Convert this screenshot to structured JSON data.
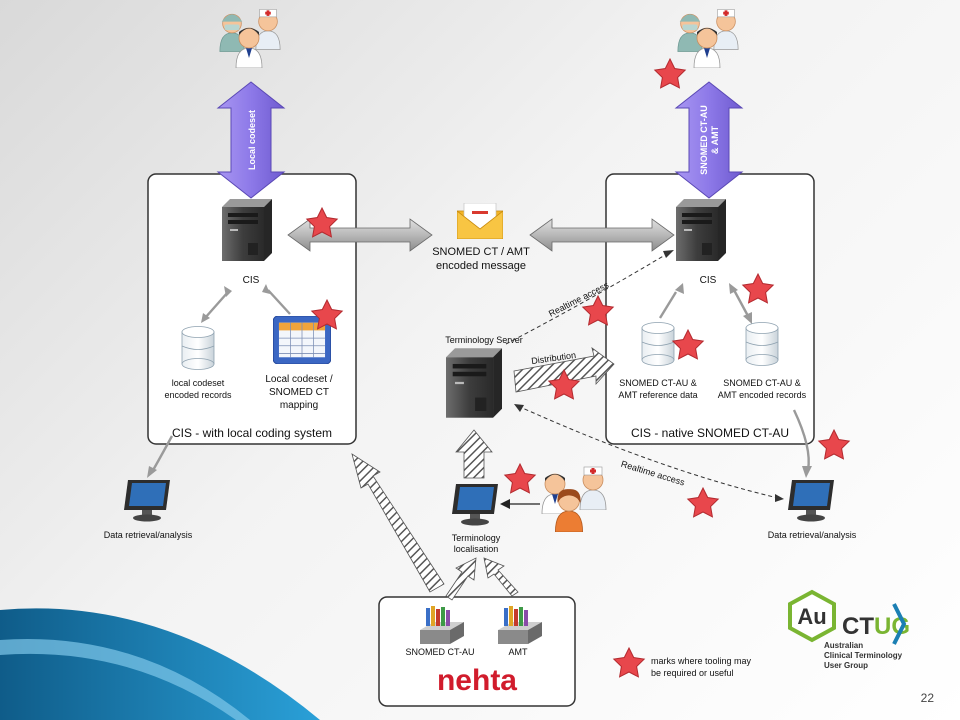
{
  "slide": {
    "page_number": "22",
    "colors": {
      "accent_blue": "#1b7fb3",
      "arrow_purple": "#8d79e8",
      "star_red": "#e8474c",
      "logo_green": "#7ab532",
      "nehta_red": "#d11c2c"
    }
  },
  "left_system": {
    "caption": "CIS - with local coding system",
    "cis_label": "CIS",
    "arrow_label": "Local codeset",
    "db_label": [
      "local codeset",
      "encoded records"
    ],
    "mapping_label": [
      "Local codeset /",
      "SNOMED CT",
      "mapping"
    ],
    "retrieval_label": "Data retrieval/analysis"
  },
  "message": {
    "label": [
      "SNOMED CT / AMT",
      "encoded message"
    ]
  },
  "right_system": {
    "caption": "CIS - native SNOMED CT-AU",
    "cis_label": "CIS",
    "arrow_label": [
      "SNOMED CT-AU",
      "& AMT"
    ],
    "ref_db_label": [
      "SNOMED CT-AU &",
      "AMT reference data"
    ],
    "enc_db_label": [
      "SNOMED CT-AU &",
      "AMT encoded records"
    ],
    "retrieval_label": "Data retrieval/analysis"
  },
  "terminology_server": {
    "label": "Terminology Server",
    "realtime_top": "Realtime access",
    "distribution": "Distribution",
    "realtime_bottom": "Realtime access"
  },
  "localisation": {
    "label": [
      "Terminology",
      "localisation"
    ]
  },
  "source": {
    "snomed_label": "SNOMED CT-AU",
    "amt_label": "AMT",
    "org_logo": "nehta"
  },
  "legend": {
    "text": [
      "marks where tooling may",
      "be required or useful"
    ]
  },
  "logo": {
    "au": "Au",
    "ctug": "CTUG",
    "subtitle": [
      "Australian",
      "Clinical Terminology",
      "User Group"
    ]
  }
}
